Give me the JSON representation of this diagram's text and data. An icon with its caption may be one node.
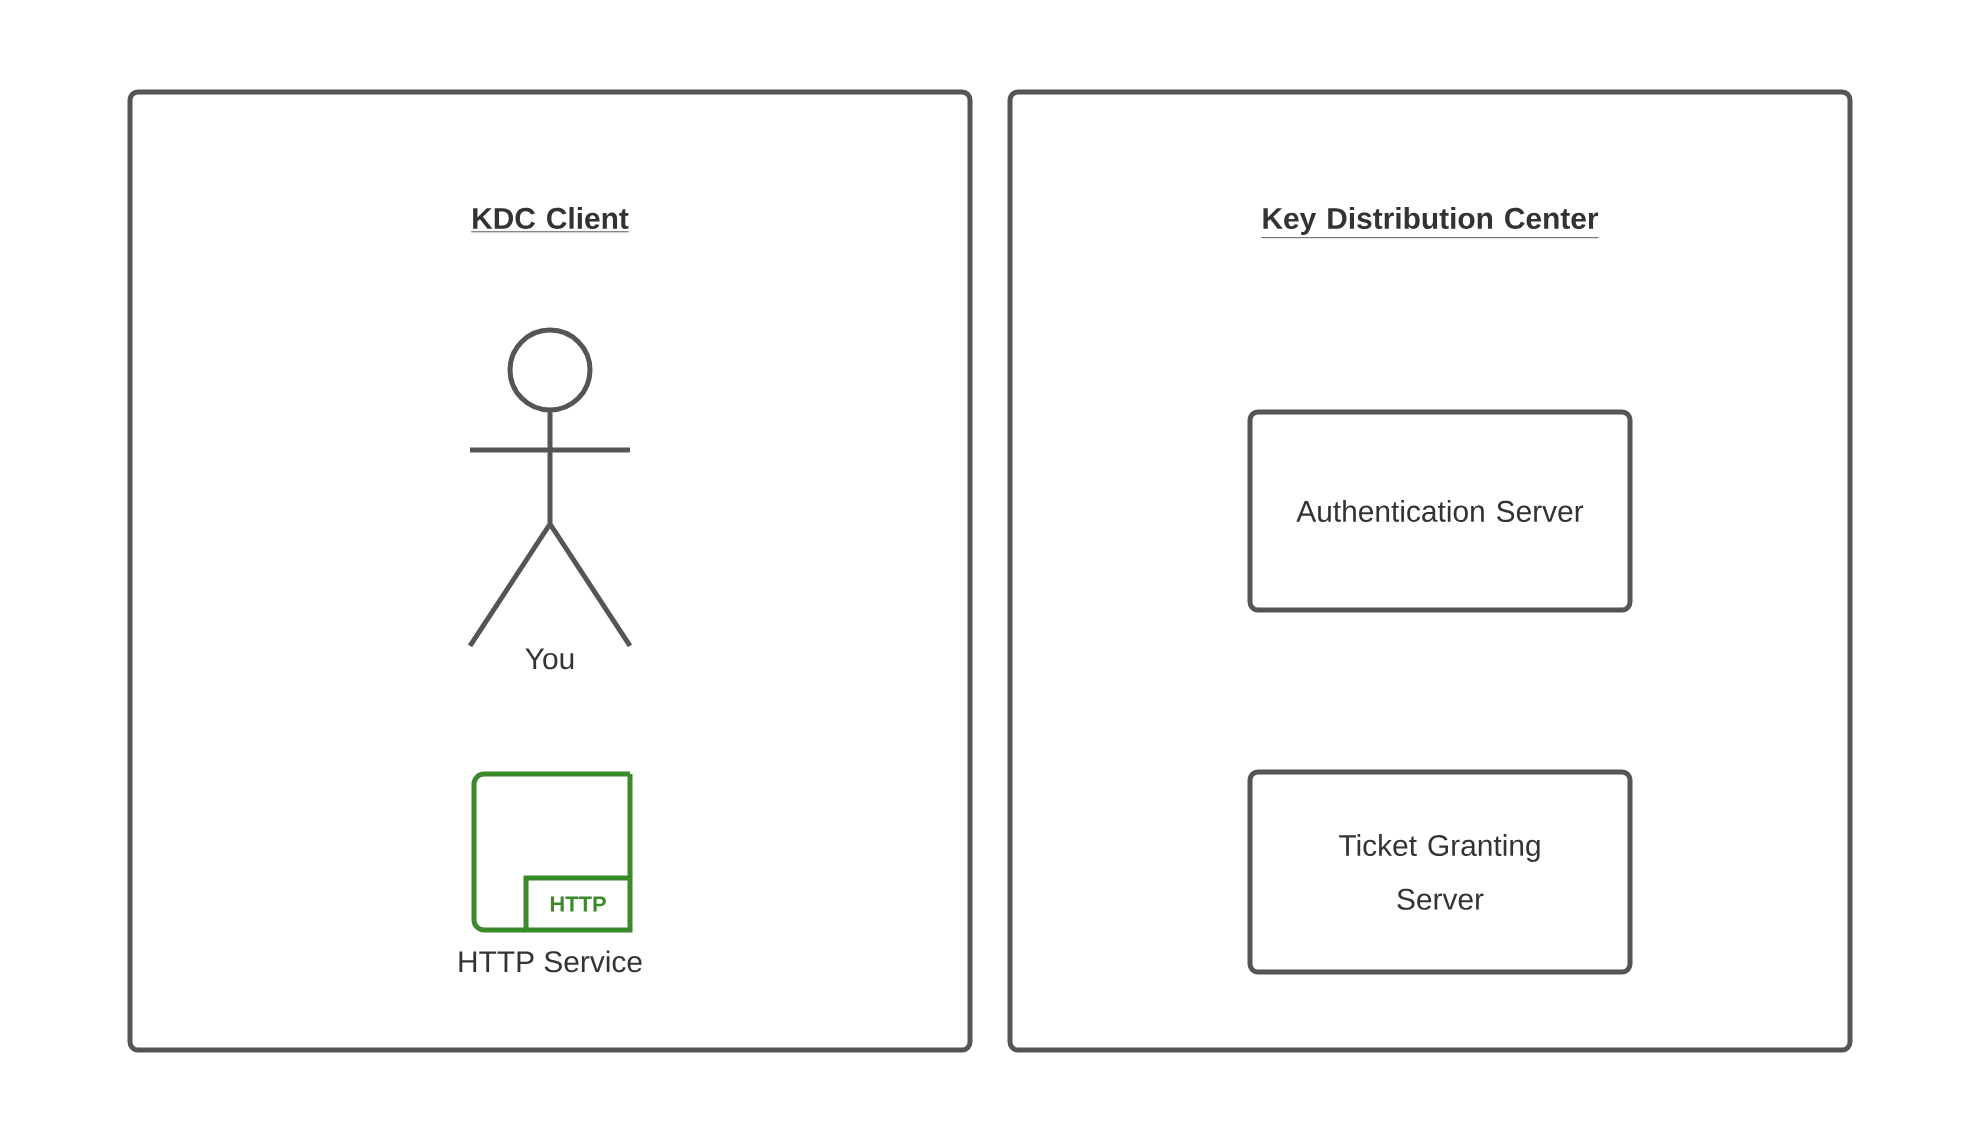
{
  "diagram": {
    "nodes": [
      {
        "text": [
          "KDC Client"
        ]
      },
      {
        "text": [
          "You"
        ],
        "in": 0
      },
      {
        "text": [
          "HTTP",
          "HTTP Service"
        ],
        "in": 0
      },
      {
        "text": [
          "Key Distribution Center"
        ]
      },
      {
        "text": [
          "Authentication Server"
        ],
        "in": 3
      },
      {
        "text": [
          "Ticket Granting Server"
        ],
        "in": 3
      }
    ]
  }
}
